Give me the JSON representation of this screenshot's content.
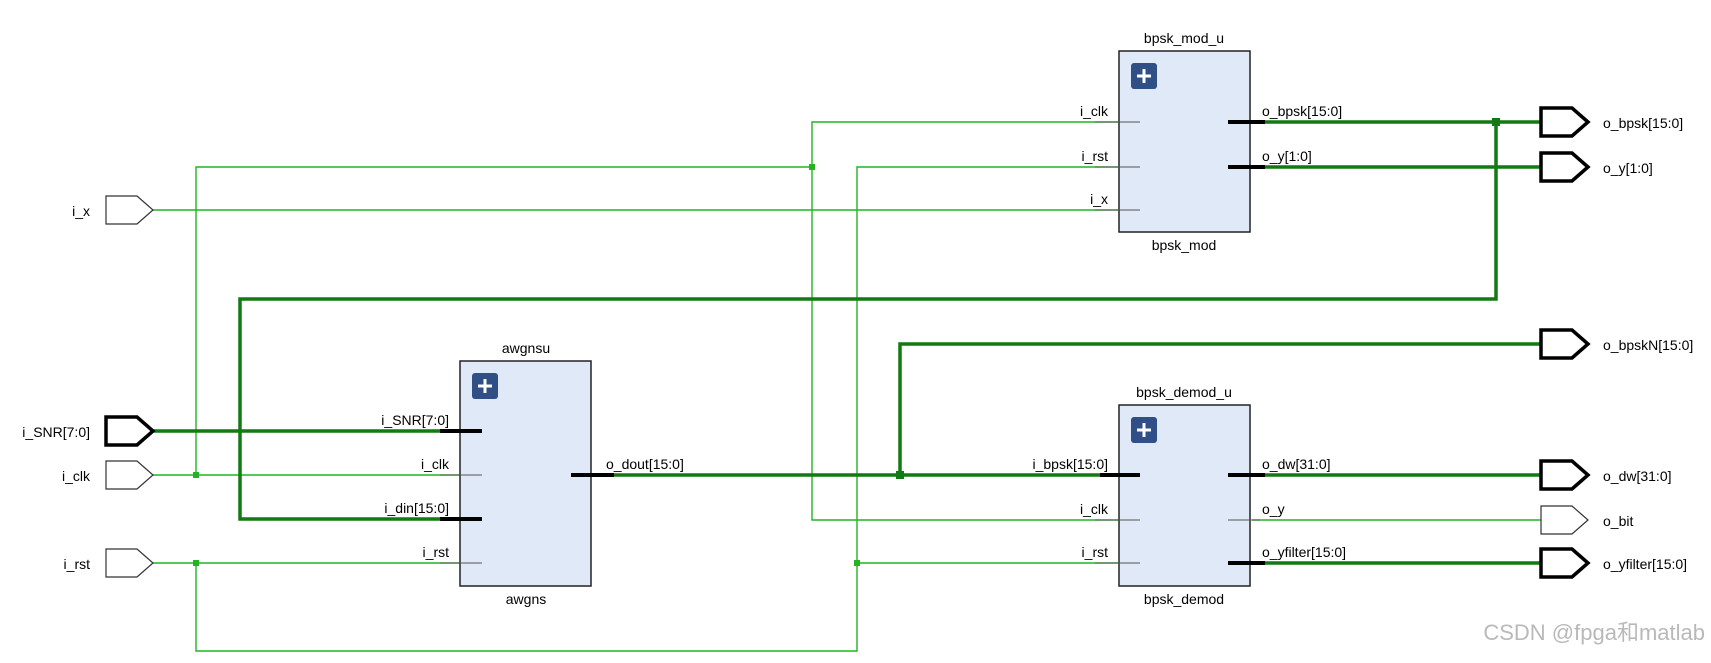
{
  "diagram": {
    "type": "schematic",
    "colors": {
      "wire": "#22b422",
      "bus": "#117a11",
      "block_fill": "#dfe9f7",
      "block_stroke": "#222222",
      "expand_button": "#2f4f86"
    },
    "input_ports": [
      {
        "id": "i_x",
        "label": "i_x",
        "bus": false
      },
      {
        "id": "i_snr",
        "label": "i_SNR[7:0]",
        "bus": true
      },
      {
        "id": "i_clk",
        "label": "i_clk",
        "bus": false
      },
      {
        "id": "i_rst",
        "label": "i_rst",
        "bus": false
      }
    ],
    "output_ports": [
      {
        "id": "o_bpsk",
        "label": "o_bpsk[15:0]",
        "bus": true
      },
      {
        "id": "o_y",
        "label": "o_y[1:0]",
        "bus": true
      },
      {
        "id": "o_bpskn",
        "label": "o_bpskN[15:0]",
        "bus": true
      },
      {
        "id": "o_dw",
        "label": "o_dw[31:0]",
        "bus": true
      },
      {
        "id": "o_bit",
        "label": "o_bit",
        "bus": false
      },
      {
        "id": "o_yfilter",
        "label": "o_yfilter[15:0]",
        "bus": true
      }
    ],
    "blocks": [
      {
        "id": "bpsk_mod_u",
        "instance": "bpsk_mod_u",
        "module": "bpsk_mod",
        "inputs": [
          "i_clk",
          "i_rst",
          "i_x"
        ],
        "outputs": [
          "o_bpsk[15:0]",
          "o_y[1:0]"
        ]
      },
      {
        "id": "awgnsu",
        "instance": "awgnsu",
        "module": "awgns",
        "inputs": [
          "i_SNR[7:0]",
          "i_clk",
          "i_din[15:0]",
          "i_rst"
        ],
        "outputs": [
          "o_dout[15:0]"
        ]
      },
      {
        "id": "bpsk_demod_u",
        "instance": "bpsk_demod_u",
        "module": "bpsk_demod",
        "inputs": [
          "i_bpsk[15:0]",
          "i_clk",
          "i_rst"
        ],
        "outputs": [
          "o_dw[31:0]",
          "o_y",
          "o_yfilter[15:0]"
        ]
      }
    ],
    "watermark": "CSDN @fpga和matlab"
  }
}
